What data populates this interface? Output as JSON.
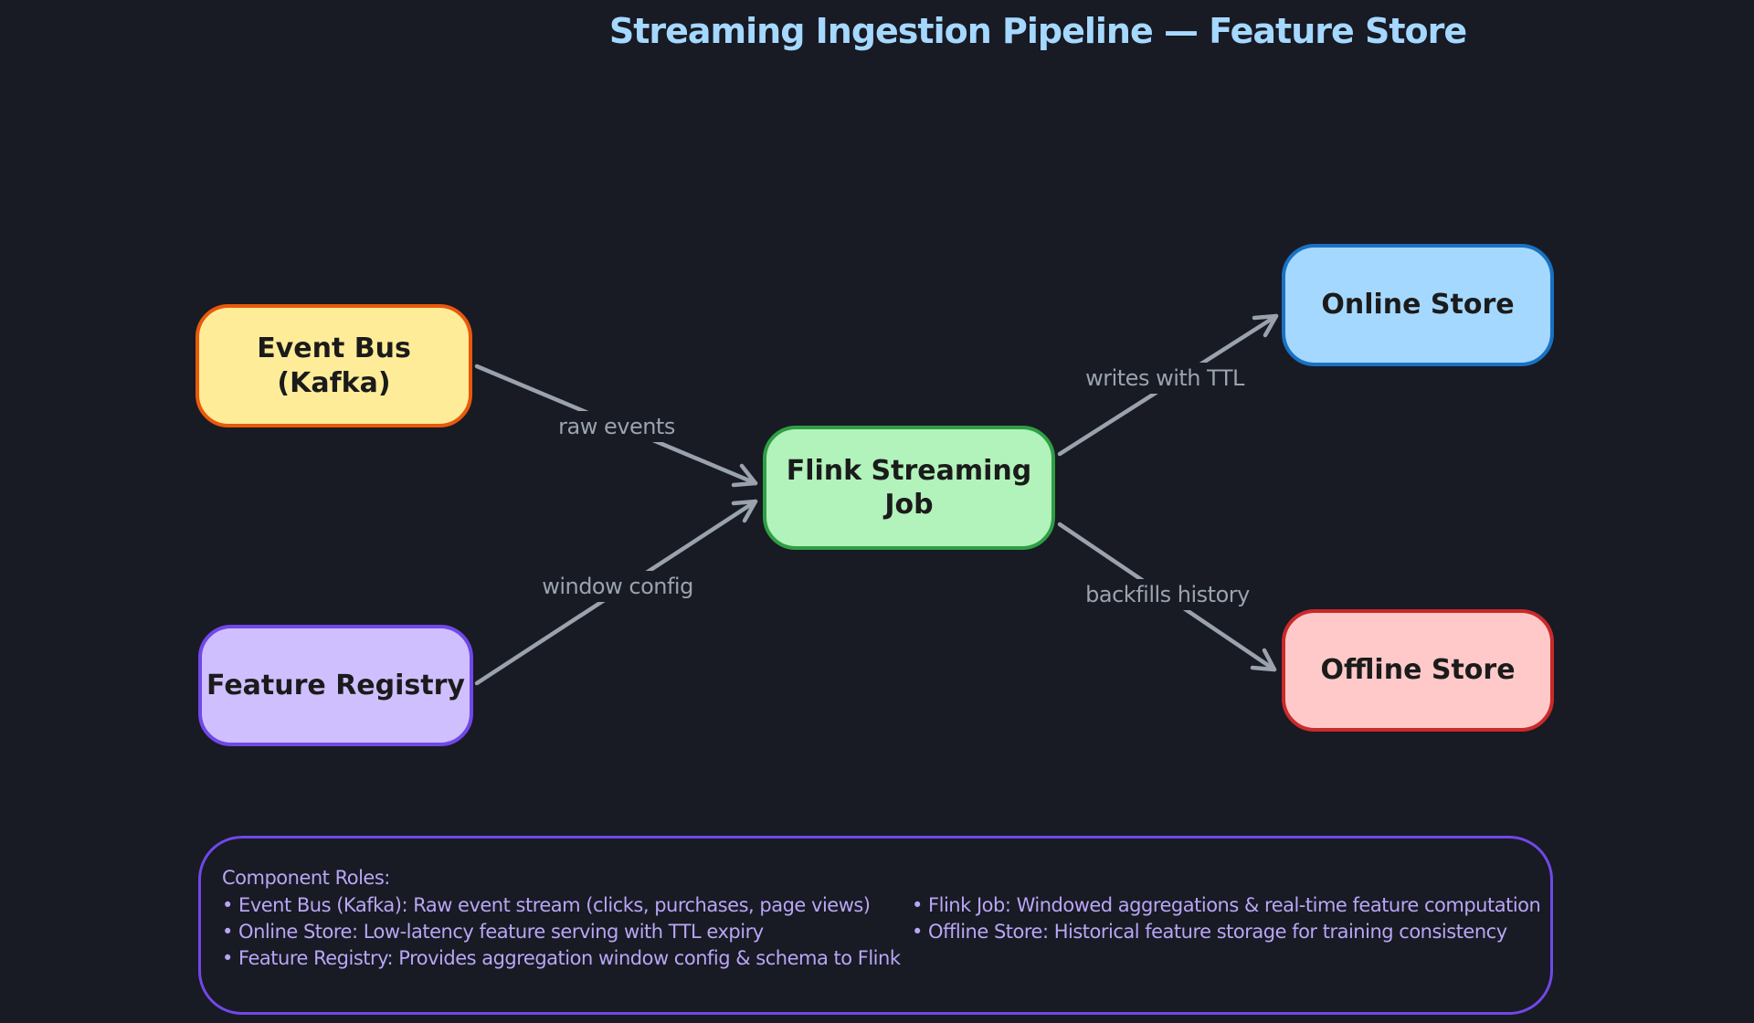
{
  "title": "Streaming Ingestion Pipeline — Feature Store",
  "nodes": {
    "event_bus": {
      "label": "Event Bus\n(Kafka)",
      "fill": "#ffec99",
      "border": "#e8590c"
    },
    "feature_registry": {
      "label": "Feature Registry",
      "fill": "#d0bfff",
      "border": "#7048e8"
    },
    "flink_job": {
      "label": "Flink Streaming\nJob",
      "fill": "#b2f2bb",
      "border": "#2f9e44"
    },
    "online_store": {
      "label": "Online Store",
      "fill": "#a5d8ff",
      "border": "#1971c2"
    },
    "offline_store": {
      "label": "Offline Store",
      "fill": "#ffc9c9",
      "border": "#c92a2a"
    }
  },
  "edges": {
    "raw_events": {
      "label": "raw events",
      "from": "event_bus",
      "to": "flink_job"
    },
    "window_config": {
      "label": "window config",
      "from": "feature_registry",
      "to": "flink_job"
    },
    "writes_with_ttl": {
      "label": "writes with TTL",
      "from": "flink_job",
      "to": "online_store"
    },
    "backfills_history": {
      "label": "backfills history",
      "from": "flink_job",
      "to": "offline_store"
    }
  },
  "legend": {
    "title": "Component Roles:",
    "left": [
      "• Event Bus (Kafka): Raw event stream (clicks, purchases, page views)",
      "• Online Store: Low-latency feature serving with TTL expiry",
      "• Feature Registry: Provides aggregation window config & schema to Flink"
    ],
    "right": [
      "• Flink Job: Windowed aggregations & real-time feature computation",
      "• Offline Store: Historical feature storage for training consistency"
    ]
  },
  "colors": {
    "canvas": "#181a24",
    "title": "#a5d8ff",
    "edge_label": "#9aa3ae",
    "legend_text": "#b9a6f5",
    "legend_border": "#7048e8",
    "arrow": "#9aa2ad",
    "node_text": "#1b1b1b"
  }
}
